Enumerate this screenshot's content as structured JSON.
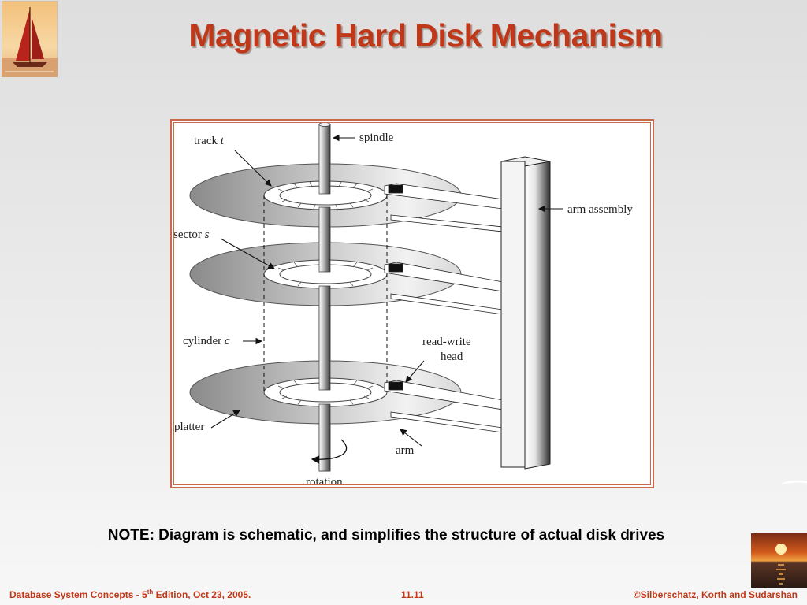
{
  "slide": {
    "title": "Magnetic Hard Disk Mechanism",
    "note": "NOTE: Diagram is schematic, and simplifies the structure of actual disk drives"
  },
  "diagram": {
    "labels": {
      "track_prefix": "track ",
      "track_var": "t",
      "spindle": "spindle",
      "arm_assembly": "arm assembly",
      "sector_prefix": "sector ",
      "sector_var": "s",
      "cylinder_prefix": "cylinder ",
      "cylinder_var": "c",
      "read_write_line1": "read-write",
      "read_write_line2": "head",
      "platter": "platter",
      "arm": "arm",
      "rotation": "rotation"
    }
  },
  "footer": {
    "left_prefix": "Database System Concepts - 5",
    "left_sup": "th",
    "left_suffix": " Edition, Oct 23,  2005.",
    "center": "11.11",
    "right": "©Silberschatz, Korth and Sudarshan"
  },
  "colors": {
    "title": "#c0381a",
    "frame": "#c8694a",
    "footer_text": "#c0381a"
  },
  "icons": [
    "sailboat-logo",
    "sunset-logo"
  ]
}
